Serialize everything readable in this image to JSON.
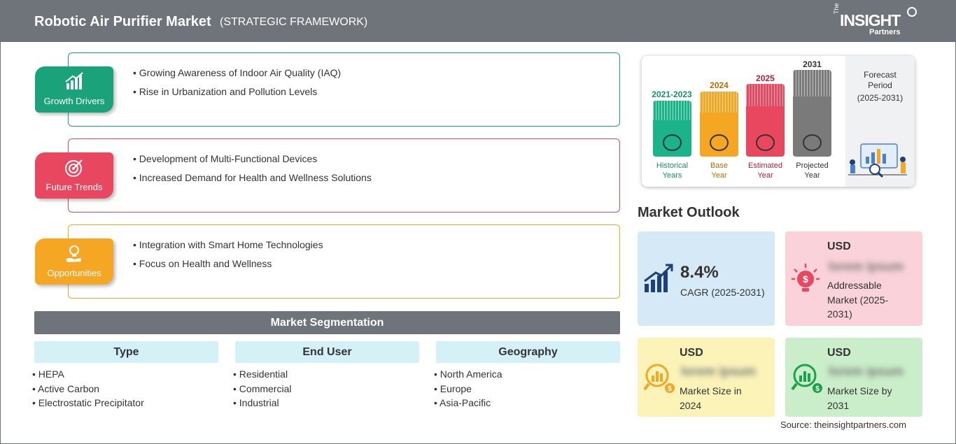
{
  "header": {
    "title": "Robotic Air Purifier Market",
    "subtitle": "(STRATEGIC FRAMEWORK)",
    "logo": {
      "the": "The",
      "brand": "INSIGHT",
      "sub": "Partners"
    }
  },
  "framework": [
    {
      "label": "Growth Drivers",
      "color": "#1aa37a",
      "icon": "growth-chart-icon",
      "items": [
        "Growing Awareness of Indoor Air Quality (IAQ)",
        "Rise in Urbanization and Pollution Levels"
      ]
    },
    {
      "label": "Future Trends",
      "color": "#e8475f",
      "icon": "target-icon",
      "items": [
        "Development of Multi-Functional Devices",
        "Increased Demand for Health and Wellness Solutions"
      ]
    },
    {
      "label": "Opportunities",
      "color": "#f5a623",
      "icon": "lightbulb-hand-icon",
      "items": [
        "Integration with Smart Home Technologies",
        "Focus on Health and Wellness"
      ]
    }
  ],
  "segmentation": {
    "title": "Market Segmentation",
    "columns": [
      {
        "heading": "Type",
        "items": [
          "HEPA",
          "Active Carbon",
          "Electrostatic Precipitator"
        ]
      },
      {
        "heading": "End User",
        "items": [
          "Residential",
          "Commercial",
          "Industrial"
        ]
      },
      {
        "heading": "Geography",
        "items": [
          "North America",
          "Europe",
          "Asia-Pacific"
        ]
      }
    ]
  },
  "timeline": {
    "bars": [
      {
        "year": "2021-2023",
        "caption_1": "Historical",
        "caption_2": "Years",
        "color": "#1bb38a",
        "label_color": "#1a8f6c",
        "icon": "history-icon"
      },
      {
        "year": "2024",
        "caption_1": "Base",
        "caption_2": "Year",
        "color": "#f5a623",
        "label_color": "#b36f00",
        "icon": "calendar-icon"
      },
      {
        "year": "2025",
        "caption_1": "Estimated",
        "caption_2": "Year",
        "color": "#e8475f",
        "label_color": "#b3213a",
        "icon": "estimate-icon"
      },
      {
        "year": "2031",
        "caption_1": "Projected",
        "caption_2": "Year",
        "color": "#7a7a7a",
        "label_color": "#333333",
        "icon": "projection-icon"
      }
    ],
    "forecast": {
      "line1": "Forecast",
      "line2": "Period",
      "line3": "(2025-2031)"
    }
  },
  "outlook": {
    "title": "Market Outlook",
    "cagr": {
      "value": "8.4%",
      "label": "CAGR (2025-2031)",
      "color": "#d5eaf6"
    },
    "addressable": {
      "usd": "USD",
      "value": "lorem ipsum",
      "line1": "Addressable",
      "line2": "Market (2025-",
      "line3": "2031)",
      "color": "#f9d3d9"
    },
    "size_2024": {
      "usd": "USD",
      "value": "lorem ipsum",
      "line1": "Market Size in",
      "line2": "2024",
      "color": "#fbf3b8"
    },
    "size_2031": {
      "usd": "USD",
      "value": "lorem ipsum",
      "line1": "Market Size by",
      "line2": "2031",
      "color": "#c9eec9"
    }
  },
  "source": "Source: theinsightpartners.com"
}
